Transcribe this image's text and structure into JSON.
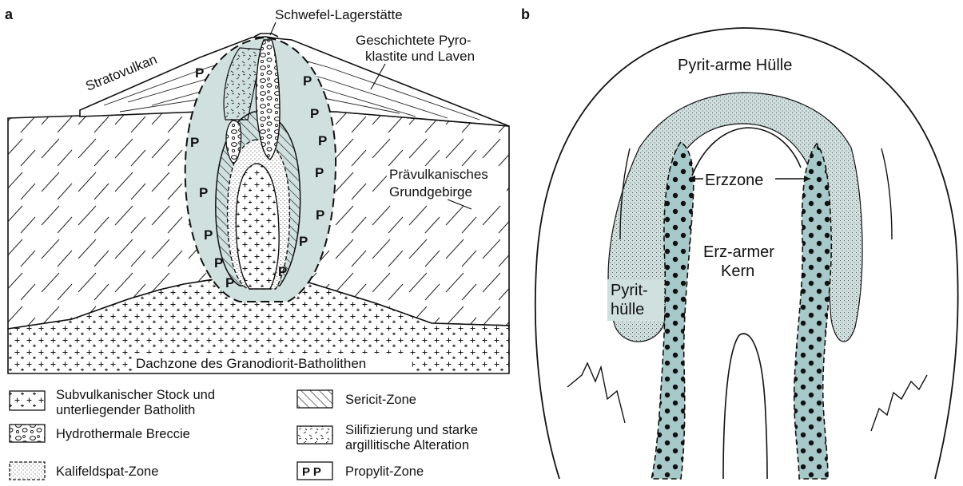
{
  "panel_a": {
    "letter": "a",
    "labels": {
      "deposit": "Schwefel-Lagerstätte",
      "layered_1": "Geschichtete Pyro-",
      "layered_2": "klastite und Laven",
      "volcano": "Stratovulkan",
      "basement_1": "Prävulkanisches",
      "basement_2": "Grundgebirge",
      "batholith_roof": "Dachzone des Granodiorit-Batholithen"
    },
    "propylite_mark": "P"
  },
  "panel_b": {
    "letter": "b",
    "labels": {
      "outer_halo": "Pyrit-arme Hülle",
      "ore_zone": "Erzzone",
      "core_1": "Erz-armer",
      "core_2": "Kern",
      "pyrite_halo_1": "Pyrit-",
      "pyrite_halo_2": "hülle"
    }
  },
  "legend": [
    {
      "label_1": "Subvulkanischer Stock und",
      "label_2": "unterliegender Batholith"
    },
    {
      "label_1": "Hydrothermale Breccie",
      "label_2": ""
    },
    {
      "label_1": "Kalifeldspat-Zone",
      "label_2": ""
    },
    {
      "label_1": "Sericit-Zone",
      "label_2": ""
    },
    {
      "label_1": "Silifizierung und starke",
      "label_2": "argillitische Alteration"
    },
    {
      "label_1": "Propylit-Zone",
      "label_2": "",
      "swatch_text": "P P"
    }
  ],
  "colors": {
    "alteration_fill": "#cfe0df",
    "ore_fill": "#a7c9c9",
    "line": "#111111",
    "background": "#ffffff"
  }
}
